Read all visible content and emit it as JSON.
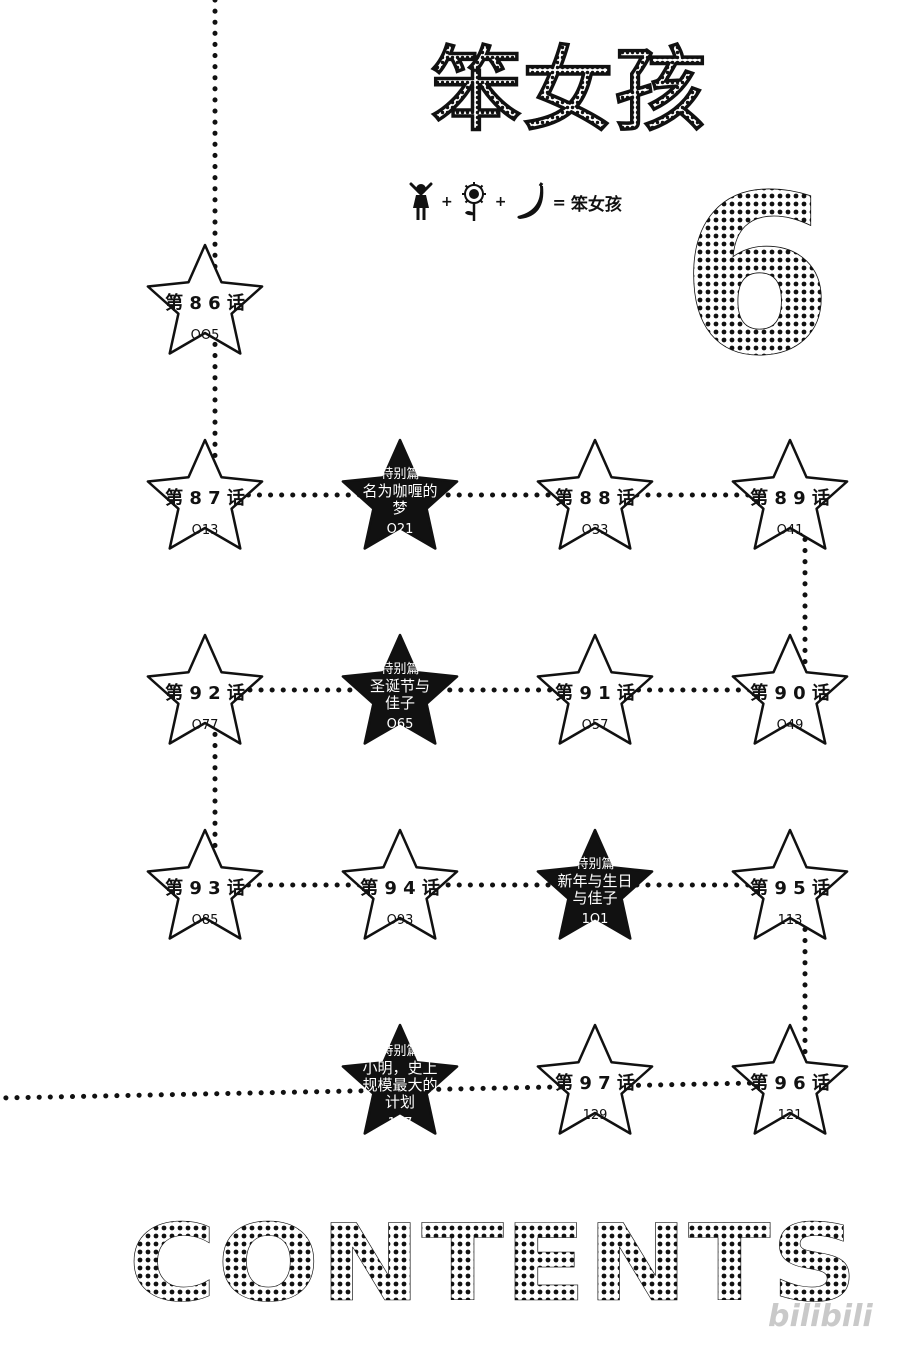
{
  "title": "笨女孩",
  "volume": "6",
  "contents_label": "CONTENTS",
  "watermark": "bilibili",
  "tagline": {
    "plus": "+",
    "equals": "=",
    "text": "笨女孩"
  },
  "icons": [
    "girl-figure-icon",
    "sunflower-icon",
    "banana-icon"
  ],
  "colors": {
    "ink": "#111111",
    "paper": "#ffffff",
    "watermark": "#c9c9c9"
  },
  "chapters": [
    {
      "title": "第 8 6 话",
      "page": "OO5",
      "special": false
    },
    {
      "title": "第 8 7 话",
      "page": "O13",
      "special": false
    },
    {
      "label": "特别篇",
      "lines": [
        "名为咖喱的",
        "梦"
      ],
      "page": "O21",
      "special": true
    },
    {
      "title": "第 8 8 话",
      "page": "O33",
      "special": false
    },
    {
      "title": "第 8 9 话",
      "page": "O41",
      "special": false
    },
    {
      "title": "第 9 0 话",
      "page": "O49",
      "special": false
    },
    {
      "title": "第 9 1 话",
      "page": "O57",
      "special": false
    },
    {
      "label": "特别篇",
      "lines": [
        "圣诞节与",
        "佳子"
      ],
      "page": "O65",
      "special": true
    },
    {
      "title": "第 9 2 话",
      "page": "O77",
      "special": false
    },
    {
      "title": "第 9 3 话",
      "page": "O85",
      "special": false
    },
    {
      "title": "第 9 4 话",
      "page": "O93",
      "special": false
    },
    {
      "label": "特别篇",
      "lines": [
        "新年与生日",
        "与佳子"
      ],
      "page": "1O1",
      "special": true
    },
    {
      "title": "第 9 5 话",
      "page": "113",
      "special": false
    },
    {
      "title": "第 9 6 话",
      "page": "121",
      "special": false
    },
    {
      "title": "第 9 7 话",
      "page": "129",
      "special": false
    },
    {
      "label": "特别篇",
      "lines": [
        "小明，史上",
        "规模最大的",
        "计划"
      ],
      "page": "137",
      "special": true
    }
  ]
}
